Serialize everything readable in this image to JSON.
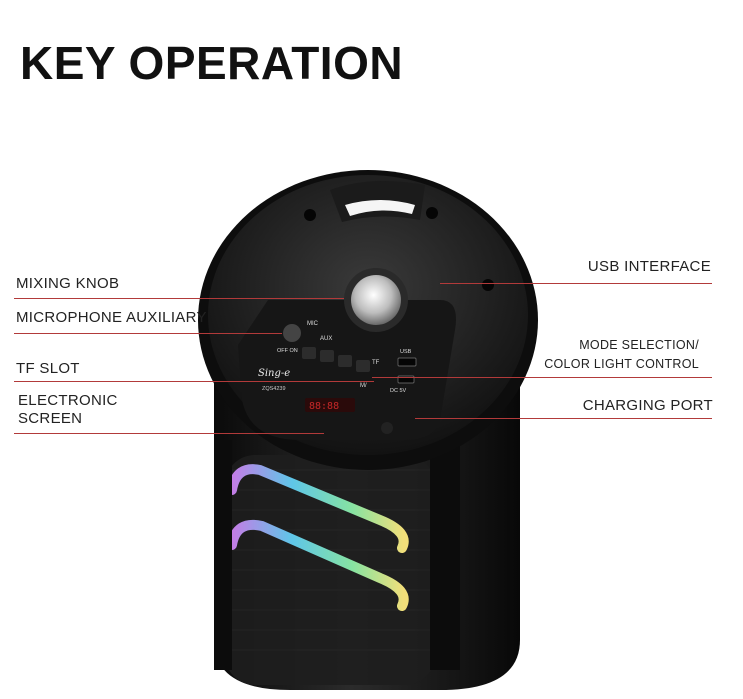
{
  "title": "KEY OPERATION",
  "labels": {
    "mixing_knob": "MIXING KNOB",
    "microphone_auxiliary": "MICROPHONE  AUXILIARY",
    "tf_slot": "TF SLOT",
    "electronic_screen_line1": "ELECTRONIC",
    "electronic_screen_line2": "SCREEN",
    "usb_interface": "USB INTERFACE",
    "mode_selection_line1": "MODE SELECTION/",
    "mode_selection_line2": "COLOR LIGHT CONTROL",
    "charging_port": "CHARGING PORT"
  },
  "panel_text": {
    "mic": "MIC",
    "aux": "AUX",
    "off_on": "OFF ON",
    "tf": "TF",
    "usb": "USB",
    "brand": "Sing-e",
    "model": "ZQS4239",
    "dc": "DC 5V",
    "mode": "M/"
  },
  "colors": {
    "leader_line": "#b23a3a",
    "speaker_body": "#141414",
    "accent_light": "#6fd3b0"
  }
}
